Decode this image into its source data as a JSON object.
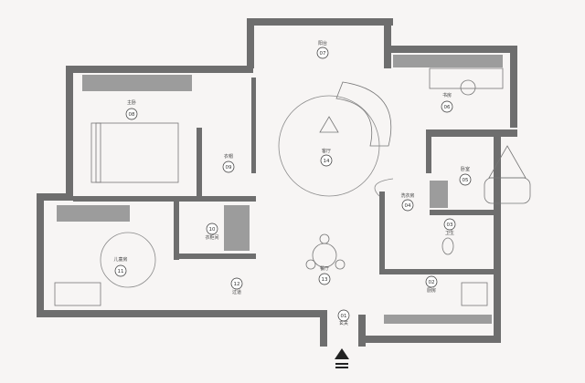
{
  "rooms": [
    {
      "key": "balcony",
      "name": "阳台",
      "number": "07"
    },
    {
      "key": "master",
      "name": "主卧",
      "number": "08"
    },
    {
      "key": "study",
      "name": "书房",
      "number": "06"
    },
    {
      "key": "living",
      "name": "客厅",
      "number": "14"
    },
    {
      "key": "wardrobe",
      "name": "衣帽",
      "number": "09"
    },
    {
      "key": "bath",
      "name": "卧室",
      "number": "05"
    },
    {
      "key": "laundry",
      "name": "洗衣房",
      "number": "04"
    },
    {
      "key": "hall",
      "name": "衣柜间",
      "number": "10"
    },
    {
      "key": "toilet",
      "name": "卫生",
      "number": "03"
    },
    {
      "key": "kids",
      "name": "儿童房",
      "number": "11"
    },
    {
      "key": "dining",
      "name": "餐厅",
      "number": "13"
    },
    {
      "key": "corridor",
      "name": "过道",
      "number": "12"
    },
    {
      "key": "kitchen",
      "name": "厨房",
      "number": "02"
    },
    {
      "key": "entry",
      "name": "玄关",
      "number": "01"
    }
  ],
  "entrance_marker": "entry-arrow"
}
